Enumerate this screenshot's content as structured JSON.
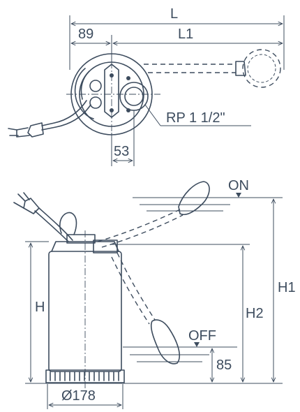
{
  "labels": {
    "L": "L",
    "dim_89": "89",
    "L1": "L1",
    "rp": "RP 1 1/2\"",
    "dim_53": "53",
    "on": "ON",
    "off": "OFF",
    "H": "H",
    "H1": "H1",
    "H2": "H2",
    "dim_85": "85",
    "diameter": "Ø178"
  },
  "colors": {
    "line": "#3d4c5e",
    "background": "#ffffff"
  }
}
